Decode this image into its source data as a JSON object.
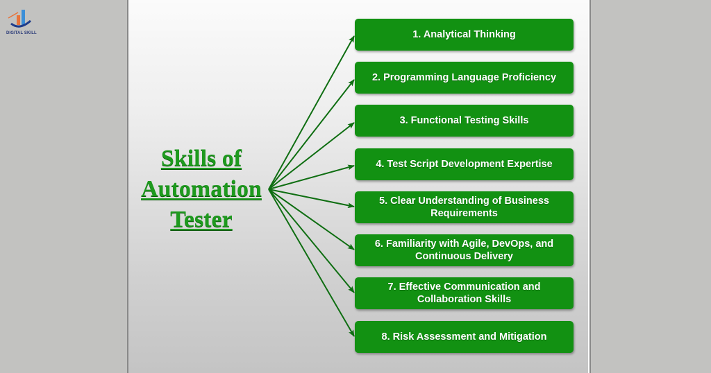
{
  "logo": {
    "text": "DIGITAL SKILL",
    "colors": {
      "bar_blue": "#3b8fd8",
      "bar_orange": "#e8733a",
      "swoosh": "#1f3c8a"
    }
  },
  "diagram": {
    "title_lines": [
      "Skills of",
      "Automation",
      "Tester"
    ],
    "colors": {
      "title": "#1e9a1e",
      "box_fill": "#129112",
      "arrow": "#0f6e12",
      "box_text": "#ffffff"
    },
    "skills": [
      {
        "label": "1. Analytical Thinking"
      },
      {
        "label": "2. Programming Language Proficiency"
      },
      {
        "label": "3. Functional Testing Skills"
      },
      {
        "label": "4. Test Script Development Expertise"
      },
      {
        "label": "5. Clear Understanding of Business Requirements"
      },
      {
        "label": "6. Familiarity with Agile, DevOps, and Continuous Delivery"
      },
      {
        "label": "7. Effective Communication and Collaboration Skills"
      },
      {
        "label": "8. Risk Assessment and Mitigation"
      }
    ]
  }
}
